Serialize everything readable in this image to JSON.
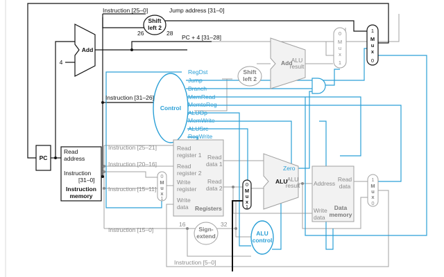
{
  "colors": {
    "black": "#111111",
    "grey": "#8a8a8a",
    "light_grey": "#b5b5b5",
    "blue": "#2a9fd6",
    "panel_fill": "#f2f2f2"
  },
  "blocks": {
    "pc": "PC",
    "add": "Add",
    "four": "4",
    "shift_left_2_top": [
      "Shift",
      "left 2"
    ],
    "shift_left_2_mid": [
      "Shift",
      "left 2"
    ],
    "add_alu": "Add",
    "add_alu_result": [
      "ALU",
      "result"
    ],
    "control": "Control",
    "instruction_memory": {
      "read_address": [
        "Read",
        "address"
      ],
      "instruction": [
        "Instruction",
        "[31–0]"
      ],
      "title": [
        "Instruction",
        "memory"
      ]
    },
    "registers": {
      "read_register_1": [
        "Read",
        "register 1"
      ],
      "read_register_2": [
        "Read",
        "register 2"
      ],
      "write_register": [
        "Write",
        "register"
      ],
      "write_data": [
        "Write",
        "data"
      ],
      "read_data_1": [
        "Read",
        "data 1"
      ],
      "read_data_2": [
        "Read",
        "data 2"
      ],
      "title": "Registers"
    },
    "alu": "ALU",
    "alu_zero": "Zero",
    "alu_result": [
      "ALU",
      "result"
    ],
    "data_memory": {
      "address": "Address",
      "read_data": [
        "Read",
        "data"
      ],
      "write_data": [
        "Write",
        "data"
      ],
      "title": [
        "Data",
        "memory"
      ]
    },
    "sign_extend": [
      "Sign-",
      "extend"
    ],
    "alu_control": [
      "ALU",
      "control"
    ],
    "mux_letters": [
      "M",
      "u",
      "x"
    ],
    "mux_zero": "0",
    "mux_one": "1"
  },
  "labels": {
    "instruction_25_0": "Instruction [25–0]",
    "bits_26": "26",
    "bits_28": "28",
    "jump_address": "Jump address [31–0]",
    "pc_plus_4": "PC + 4 [31–28]",
    "instruction_31_26": "Instruction [31–26]",
    "instruction_25_21": "Instruction [25–21]",
    "instruction_20_16": "Instruction [20–16]",
    "instruction_15_11": "Instruction [15–11]",
    "instruction_15_0": "Instruction [15–0]",
    "instruction_5_0": "Instruction [5–0]",
    "bits_16": "16",
    "bits_32": "32"
  },
  "control_signals": [
    "RegDst",
    "Jump",
    "Branch",
    "MemRead",
    "MemtoReg",
    "ALUOp",
    "MemWrite",
    "ALUSrc",
    "RegWrite"
  ]
}
